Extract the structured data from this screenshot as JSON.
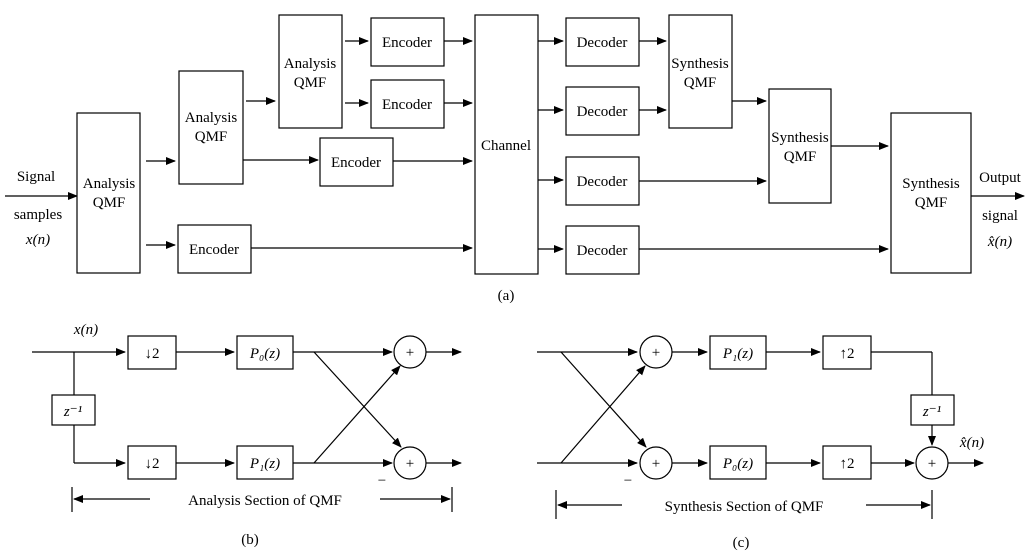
{
  "part_a": {
    "input_label": [
      "Signal",
      "samples",
      "x(n)"
    ],
    "output_label": [
      "Output",
      "signal",
      "x̂(n)"
    ],
    "analysis": [
      "Analysis",
      "QMF"
    ],
    "synthesis": [
      "Synthesis",
      "QMF"
    ],
    "encoder": "Encoder",
    "decoder": "Decoder",
    "channel": "Channel",
    "caption": "(a)"
  },
  "part_b": {
    "input": "x(n)",
    "down": "↓2",
    "delay": "z⁻¹",
    "p0": "P₀(z)",
    "p1": "P₁(z)",
    "plus": "+",
    "minus": "−",
    "section_label": "Analysis Section of QMF",
    "caption": "(b)"
  },
  "part_c": {
    "up": "↑2",
    "delay": "z⁻¹",
    "p0": "P₀(z)",
    "p1": "P₁(z)",
    "plus": "+",
    "minus": "−",
    "output": "x̂(n)",
    "section_label": "Synthesis Section of QMF",
    "caption": "(c)"
  }
}
